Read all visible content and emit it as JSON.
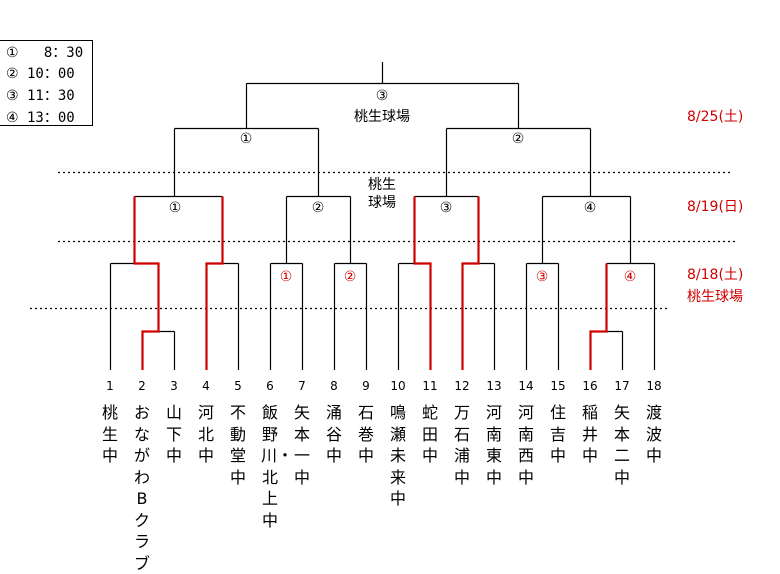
{
  "legend": [
    {
      "mark": "①",
      "time": "  8：30"
    },
    {
      "mark": "②",
      "time": "10：00"
    },
    {
      "mark": "③",
      "time": "11：30"
    },
    {
      "mark": "④",
      "time": "13：00"
    }
  ],
  "final": {
    "match": "③",
    "venue": "桃生球場"
  },
  "semifinals": [
    "①",
    "②"
  ],
  "round2": {
    "matches": [
      "①",
      "②",
      "③",
      "④"
    ],
    "venue_line1": "桃生",
    "venue_line2": "球場"
  },
  "round1": {
    "matches": [
      "①",
      "②",
      "③",
      "④"
    ]
  },
  "dates": {
    "final": "8/25(土)",
    "round2": "8/19(日)",
    "round1": "8/18(土)",
    "round1_venue": "桃生球場"
  },
  "colors": {
    "winner_line": "#d00000",
    "line": "#000000"
  },
  "teams": [
    {
      "num": "1",
      "name": "桃生中"
    },
    {
      "num": "2",
      "name": "おながわBクラブ"
    },
    {
      "num": "3",
      "name": "山下中"
    },
    {
      "num": "4",
      "name": "河北中"
    },
    {
      "num": "5",
      "name": "不動堂中"
    },
    {
      "num": "6",
      "name": "飯野川・北上中"
    },
    {
      "num": "7",
      "name": "矢本一中"
    },
    {
      "num": "8",
      "name": "涌谷中"
    },
    {
      "num": "9",
      "name": "石巻中"
    },
    {
      "num": "10",
      "name": "鳴瀬未来中"
    },
    {
      "num": "11",
      "name": "蛇田中"
    },
    {
      "num": "12",
      "name": "万石浦中"
    },
    {
      "num": "13",
      "name": "河南東中"
    },
    {
      "num": "14",
      "name": "河南西中"
    },
    {
      "num": "15",
      "name": "住吉中"
    },
    {
      "num": "16",
      "name": "稲井中"
    },
    {
      "num": "17",
      "name": "矢本二中"
    },
    {
      "num": "18",
      "name": "渡波中"
    }
  ]
}
